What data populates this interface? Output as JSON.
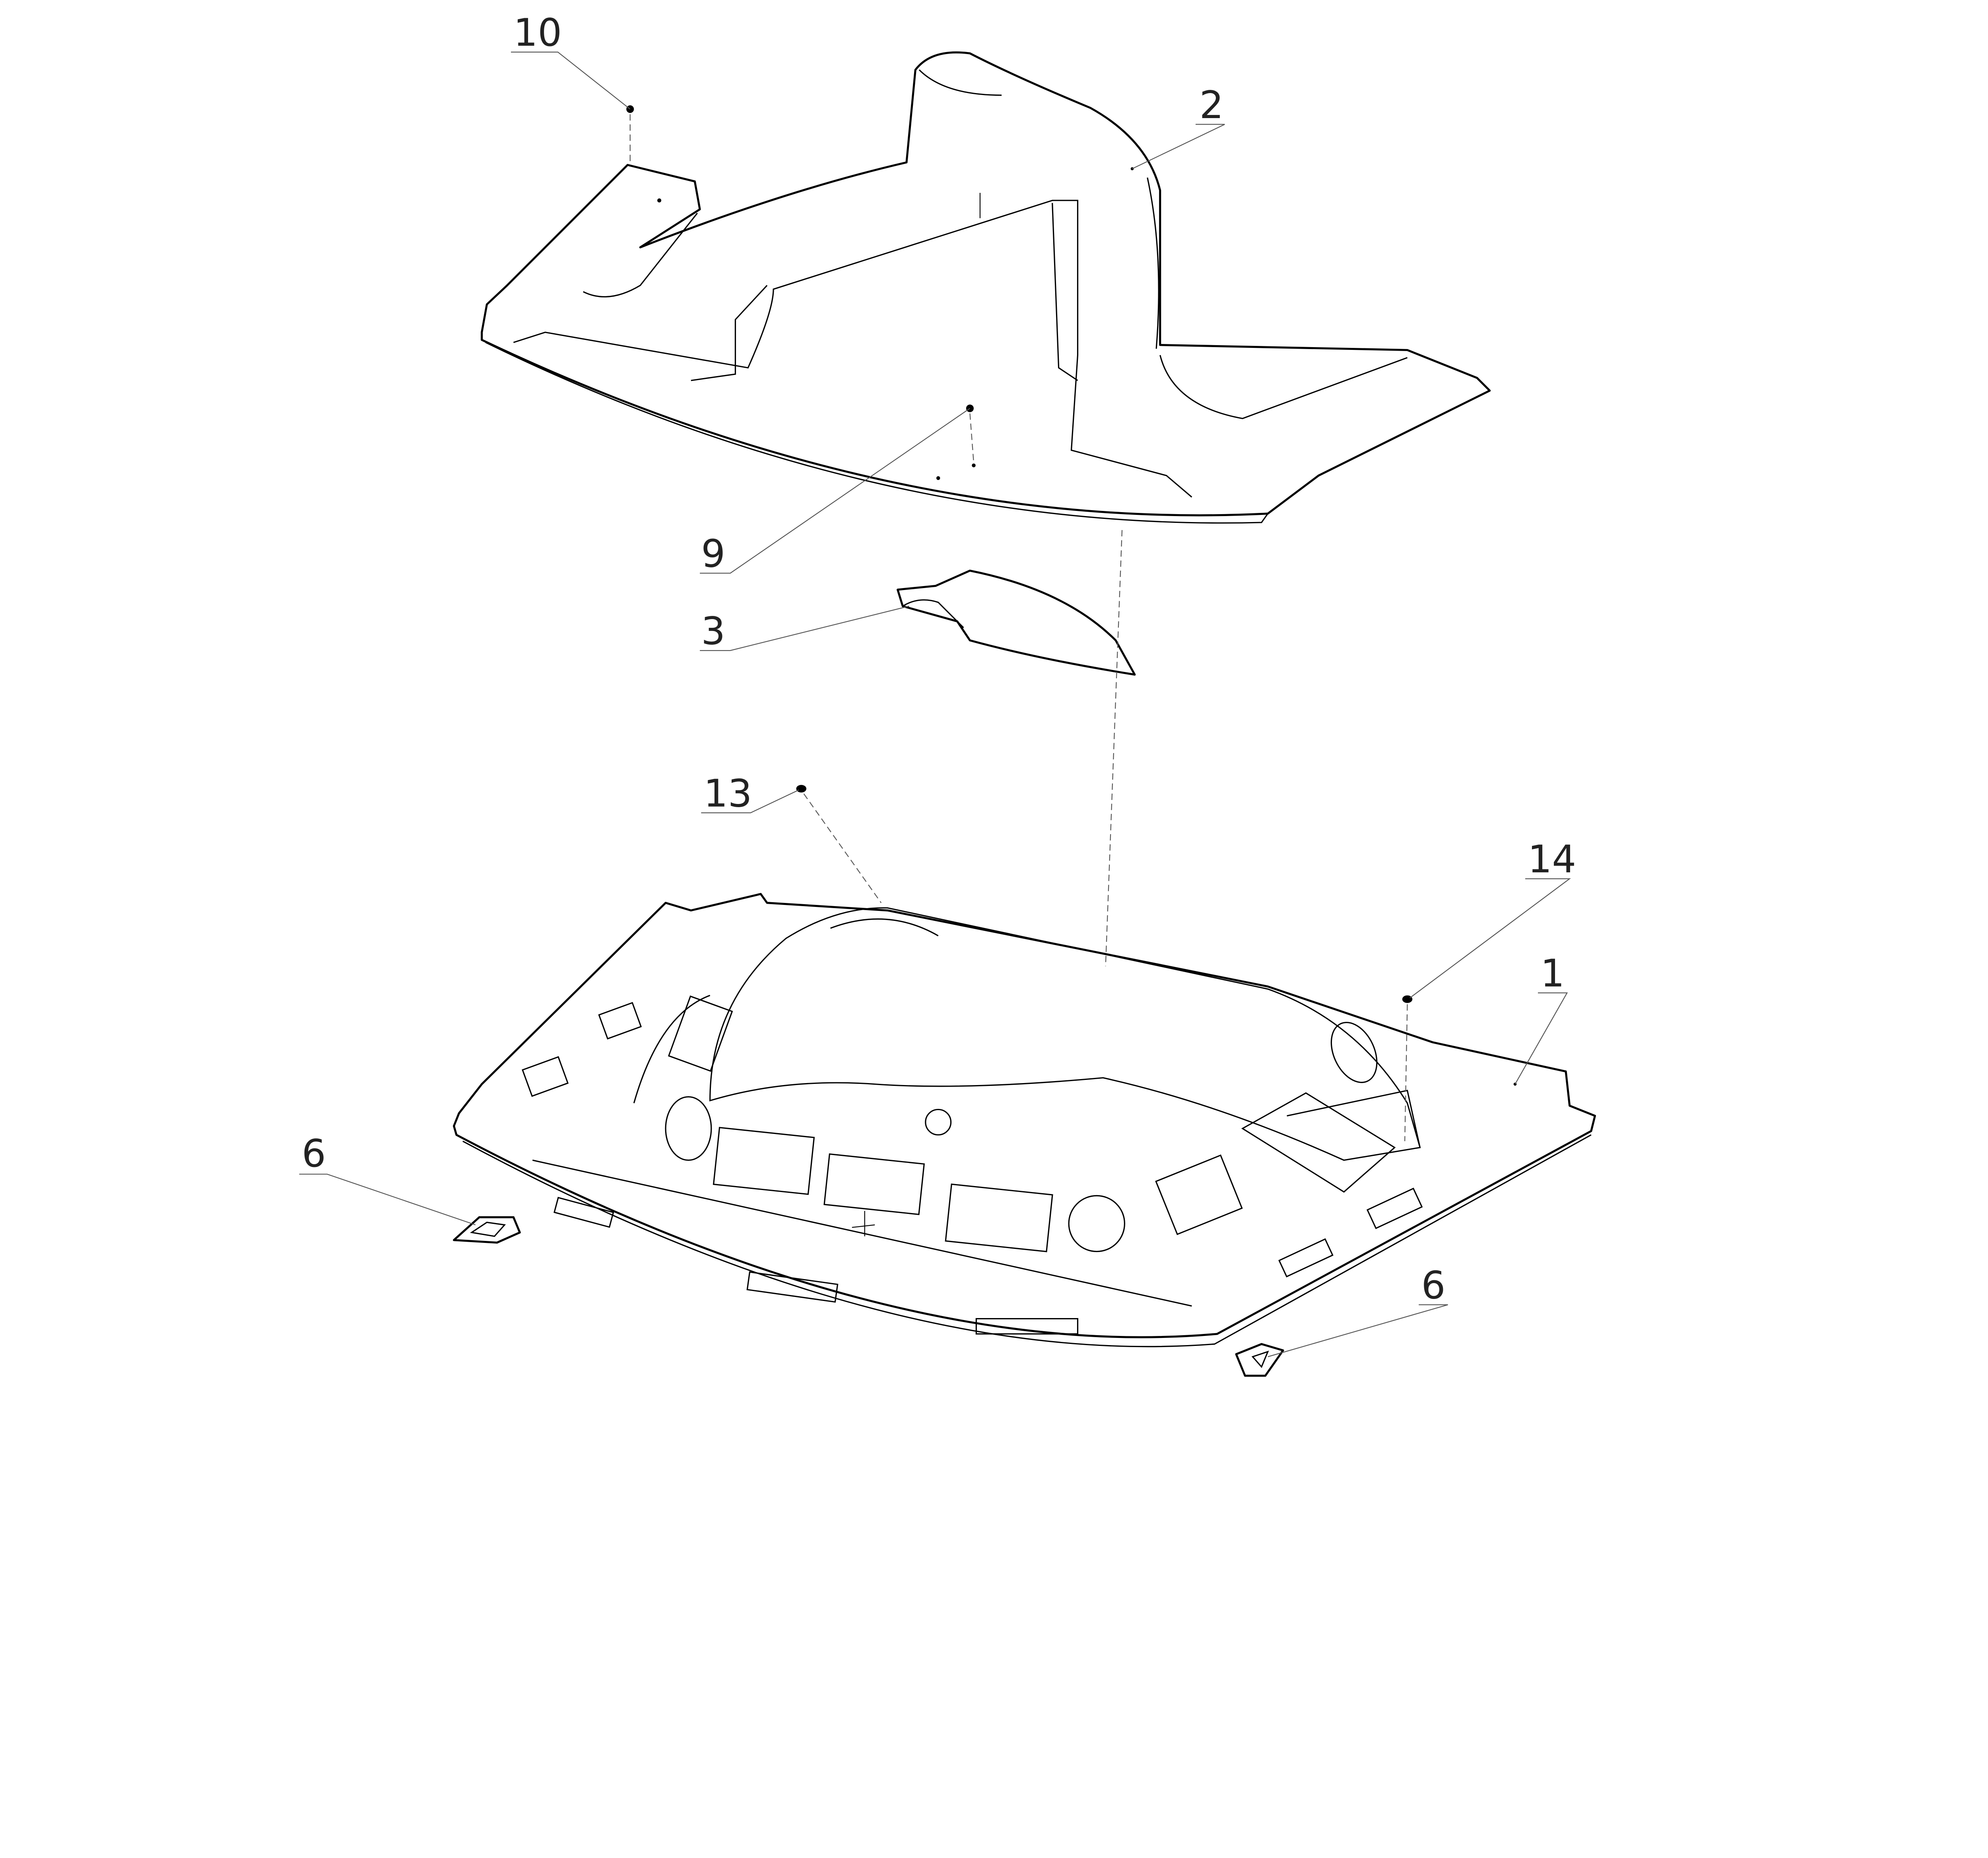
{
  "diagram": {
    "type": "exploded-parts-view",
    "callouts": {
      "c10": "10",
      "c2": "2",
      "c9": "9",
      "c3": "3",
      "c13": "13",
      "c14": "14",
      "c1": "1",
      "c6a": "6",
      "c6b": "6"
    }
  }
}
